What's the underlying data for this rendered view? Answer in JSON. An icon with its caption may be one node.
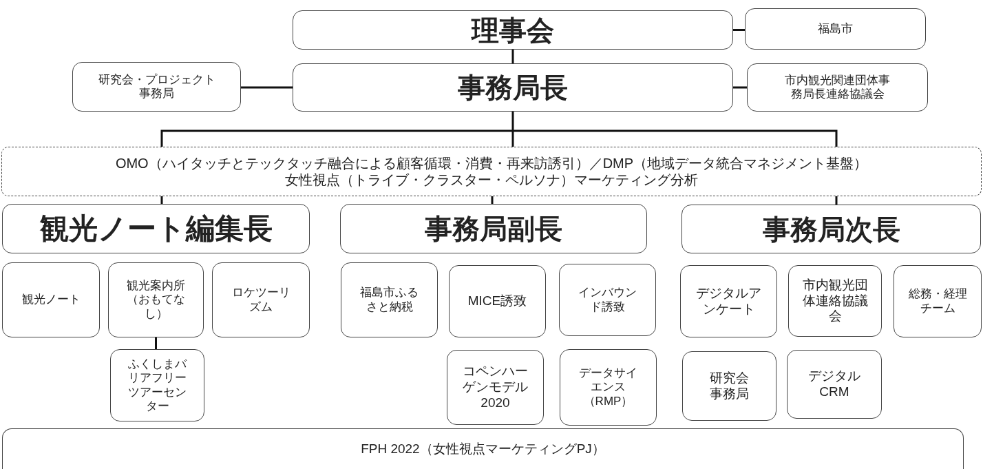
{
  "diagram": {
    "nodes": [
      {
        "text": [
          "理事会"
        ]
      },
      {
        "text": [
          "福島市"
        ]
      },
      {
        "text": [
          "研究会・プロジェクト事務局"
        ]
      },
      {
        "text": [
          "事務局長"
        ]
      },
      {
        "text": [
          "市内観光関連団体事務局長連絡協議会"
        ]
      },
      {
        "text": [
          "OMO（ハイタッチとテックタッチ融合による顧客循環・消費・再来訪誘引）／DMP（地域データ統合マネジメント基盤）",
          "女性視点（トライブ・クラスター・ペルソナ）マーケティング分析"
        ]
      },
      {
        "text": [
          "観光ノート編集長"
        ]
      },
      {
        "text": [
          "事務局副長"
        ]
      },
      {
        "text": [
          "事務局次長"
        ]
      },
      {
        "text": [
          "観光ノート"
        ]
      },
      {
        "text": [
          "観光案内所（おもてなし）"
        ]
      },
      {
        "text": [
          "ロケツーリズム"
        ]
      },
      {
        "text": [
          "福島市ふるさと納税"
        ]
      },
      {
        "text": [
          "MICE誘致"
        ]
      },
      {
        "text": [
          "インバウンド誘致"
        ]
      },
      {
        "text": [
          "デジタルアンケート"
        ]
      },
      {
        "text": [
          "市内観光団体連絡協議会"
        ]
      },
      {
        "text": [
          "総務・経理チーム"
        ]
      },
      {
        "text": [
          "ふくしまバリアフリーツアーセンター"
        ]
      },
      {
        "text": [
          "コペンハーゲンモデル2020"
        ]
      },
      {
        "text": [
          "データサイエンス（RMP）"
        ]
      },
      {
        "text": [
          "研究会事務局"
        ]
      },
      {
        "text": [
          "デジタルCRM"
        ]
      },
      {
        "text": [
          "FPH 2022（女性視点マーケティングPJ）"
        ]
      }
    ],
    "edges": [
      {
        "from": 0,
        "to": 1,
        "arrow": "none"
      },
      {
        "from": 0,
        "to": 3,
        "arrow": "none"
      },
      {
        "from": 2,
        "to": 3,
        "arrow": "none"
      },
      {
        "from": 3,
        "to": 4,
        "arrow": "none"
      },
      {
        "from": 3,
        "to": 5,
        "arrow": "none"
      },
      {
        "from": 5,
        "to": 6,
        "arrow": "none"
      },
      {
        "from": 5,
        "to": 7,
        "arrow": "none"
      },
      {
        "from": 5,
        "to": 8,
        "arrow": "none"
      },
      {
        "from": 10,
        "to": 18,
        "arrow": "none"
      }
    ]
  }
}
